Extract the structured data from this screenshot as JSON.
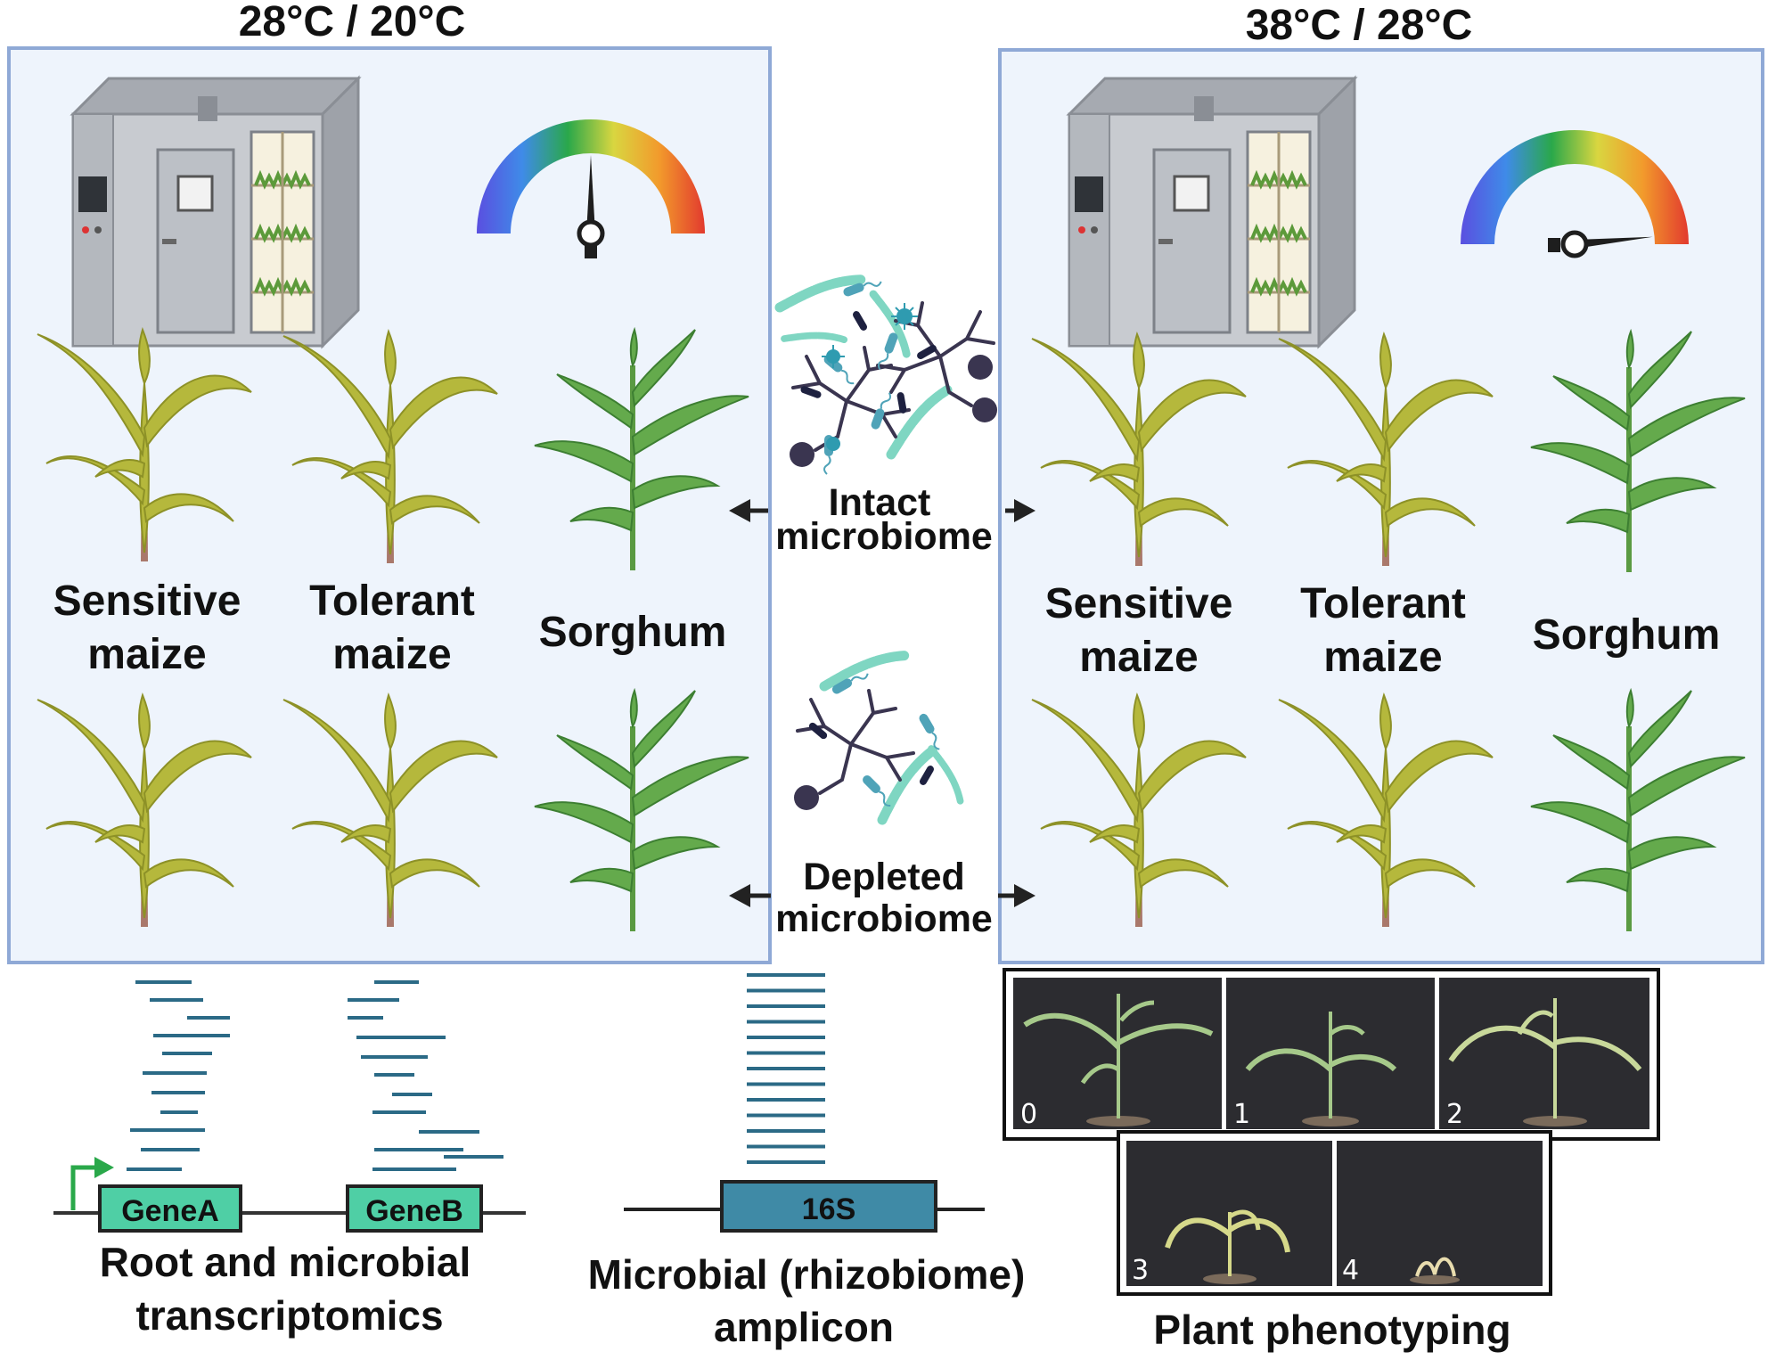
{
  "panels": {
    "left": {
      "condition": "28°C / 20°C",
      "plants": [
        {
          "line1": "Sensitive",
          "line2": "maize"
        },
        {
          "line1": "Tolerant",
          "line2": "maize"
        },
        {
          "line1": "Sorghum",
          "line2": ""
        }
      ],
      "gauge_level": 0.5
    },
    "right": {
      "condition": "38°C / 28°C",
      "plants": [
        {
          "line1": "Sensitive",
          "line2": "maize"
        },
        {
          "line1": "Tolerant",
          "line2": "maize"
        },
        {
          "line1": "Sorghum",
          "line2": ""
        }
      ],
      "gauge_level": 0.97
    }
  },
  "treatments": {
    "intact": {
      "line1": "Intact",
      "line2": "microbiome"
    },
    "depleted": {
      "line1": "Depleted",
      "line2": "microbiome"
    }
  },
  "transcriptomics": {
    "gene_a": "GeneA",
    "gene_b": "GeneB",
    "line1": "Root and microbial",
    "line2": "transcriptomics"
  },
  "amplicon": {
    "gene": "16S",
    "line1": "Microbial (rhizobiome)",
    "line2": "amplicon"
  },
  "phenotyping": {
    "label": "Plant phenotyping",
    "scores": [
      "0",
      "1",
      "2",
      "3",
      "4"
    ]
  },
  "colors": {
    "panel_fill": "#eef4fc",
    "panel_border": "#8fa9d6",
    "maize": "#b5b83c",
    "maize_vein": "#8d9127",
    "sorghum": "#64aa4c",
    "sorghum_vein": "#3d7f32",
    "read_line": "#2b6a86",
    "gene_box": "#4fcfa5",
    "amplicon_box": "#3f8aa6",
    "promoter": "#2aa84a",
    "photo_bg": "#2c2c30"
  }
}
